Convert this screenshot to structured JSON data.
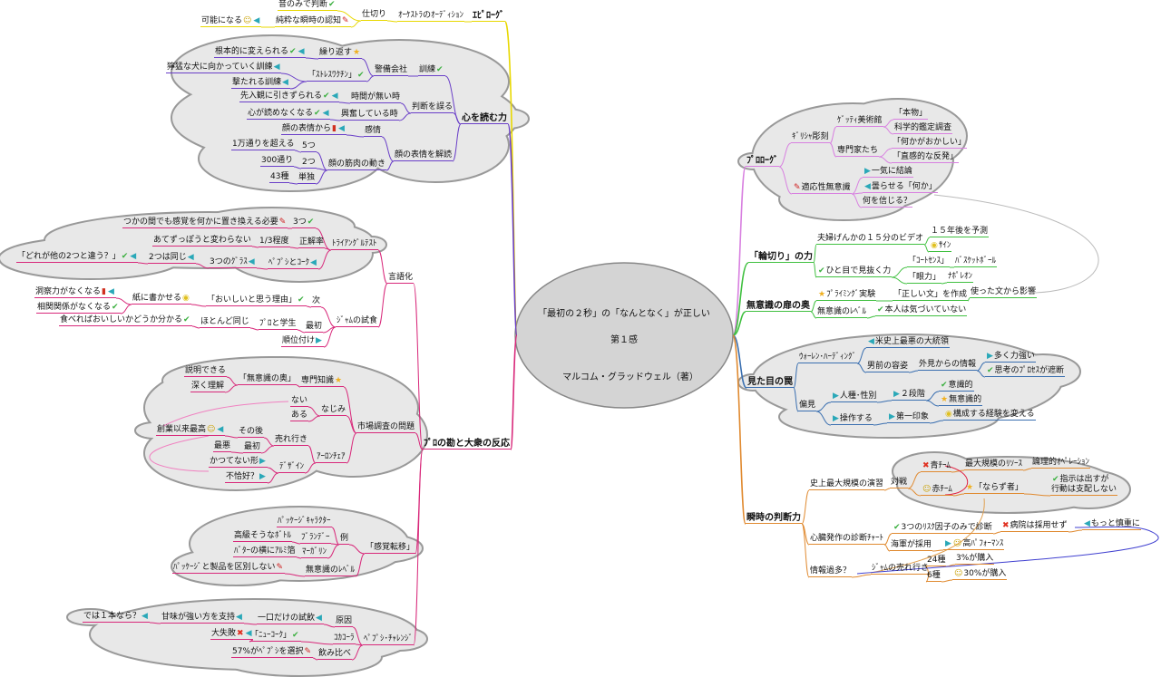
{
  "center": {
    "title": "「最初の２秒」の「なんとなく」が正しい",
    "subtitle": "第１感",
    "author": "マルコム・グラッドウェル（著）"
  },
  "colors": {
    "yellow": "#e8d800",
    "purple": "#6a3fc8",
    "magenta": "#d8287a",
    "violet": "#d880e0",
    "green": "#40c040",
    "blue": "#3a6fb0",
    "orange": "#e08a30",
    "cloud_fill": "#e8e8e8",
    "cloud_stroke": "#999999"
  },
  "left_branches": [
    {
      "label": "ｴﾋﾟﾛｰｸﾞ",
      "color": "#e8d800",
      "nodes": [
        {
          "text": "ｵｰｹｽﾄﾗのｵｰﾃﾞｨｼｮﾝ"
        },
        {
          "text": "仕切り"
        },
        {
          "text": "音のみで判断",
          "icons": [
            "check"
          ]
        },
        {
          "text": "純粋な瞬時の認知",
          "icons": [
            "pencil"
          ]
        },
        {
          "text": "可能になる",
          "icons": [
            "smiley",
            "arrow-left"
          ]
        }
      ]
    },
    {
      "label": "心を読む力",
      "color": "#6a3fc8",
      "nodes": [
        {
          "text": "訓練",
          "icons": [
            "check"
          ]
        },
        {
          "text": "警備会社"
        },
        {
          "text": "繰り返す",
          "icons": [
            "star"
          ]
        },
        {
          "text": "根本的に変えられる",
          "icons": [
            "check",
            "arrow-left"
          ]
        },
        {
          "text": "「ｽﾄﾚｽﾜｸﾁﾝ」",
          "icons": [
            "check"
          ]
        },
        {
          "text": "獰猛な犬に向かっていく訓練",
          "icons": [
            "arrow-left"
          ]
        },
        {
          "text": "撃たれる訓練",
          "icons": [
            "arrow-left"
          ]
        },
        {
          "text": "判断を誤る"
        },
        {
          "text": "時間が無い時"
        },
        {
          "text": "先入観に引きずられる",
          "icons": [
            "check",
            "arrow-left"
          ]
        },
        {
          "text": "興奮している時"
        },
        {
          "text": "心が読めなくなる",
          "icons": [
            "check",
            "arrow-left"
          ]
        },
        {
          "text": "顔の表情を解読"
        },
        {
          "text": "感情"
        },
        {
          "text": "顔の表情から",
          "icons": [
            "red-light",
            "arrow-left"
          ]
        },
        {
          "text": "顔の筋肉の動き"
        },
        {
          "text": "5つ"
        },
        {
          "text": "1万通りを超える"
        },
        {
          "text": "2つ"
        },
        {
          "text": "300通り"
        },
        {
          "text": "単独"
        },
        {
          "text": "43種"
        }
      ]
    },
    {
      "label": "ﾌﾟﾛの勘と大衆の反応",
      "color": "#d8287a",
      "nodes": [
        {
          "text": "言語化"
        },
        {
          "text": "ﾄﾗｲｱﾝｸﾞﾙﾃｽﾄ"
        },
        {
          "text": "3つ",
          "icons": [
            "check"
          ]
        },
        {
          "text": "つかの間でも感覚を何かに置き換える必要",
          "icons": [
            "pencil"
          ]
        },
        {
          "text": "正解率"
        },
        {
          "text": "1/3程度"
        },
        {
          "text": "あてずっぽうと変わらない"
        },
        {
          "text": "ﾍﾟﾌﾟｼとｺｰｸ",
          "icons": [
            "arrow-left"
          ]
        },
        {
          "text": "3つのｸﾞﾗｽ",
          "icons": [
            "arrow-left"
          ]
        },
        {
          "text": "2つは同じ",
          "icons": [
            "arrow-left"
          ]
        },
        {
          "text": "「どれが他の2つと違う？」",
          "icons": [
            "check",
            "arrow-left"
          ]
        },
        {
          "text": "ｼﾞｬﾑの試食"
        },
        {
          "text": "次"
        },
        {
          "text": "「おいしいと思う理由」",
          "icons": [
            "check"
          ]
        },
        {
          "text": "紙に書かせる",
          "icons": [
            "bulb"
          ]
        },
        {
          "text": "洞察力がなくなる",
          "icons": [
            "red-light",
            "arrow-left"
          ]
        },
        {
          "text": "相関関係がなくなる",
          "icons": [
            "check"
          ]
        },
        {
          "text": "最初"
        },
        {
          "text": "ﾌﾟﾛと学生"
        },
        {
          "text": "ほとんど同じ"
        },
        {
          "text": "食べればおいしいかどうか分かる",
          "icons": [
            "check"
          ]
        },
        {
          "text": "順位付け",
          "icons": [
            "arrow-right"
          ]
        },
        {
          "text": "市場調査の問題"
        },
        {
          "text": "専門知識",
          "icons": [
            "star"
          ]
        },
        {
          "text": "「無意識の奥」"
        },
        {
          "text": "説明できる"
        },
        {
          "text": "深く理解"
        },
        {
          "text": "なじみ"
        },
        {
          "text": "ない"
        },
        {
          "text": "ある"
        },
        {
          "text": "ｱｰﾛﾝﾁｪｱ"
        },
        {
          "text": "売れ行き"
        },
        {
          "text": "その後"
        },
        {
          "text": "創業以来最高",
          "icons": [
            "smiley",
            "arrow-left"
          ]
        },
        {
          "text": "最初"
        },
        {
          "text": "最悪"
        },
        {
          "text": "ﾃﾞｻﾞｲﾝ"
        },
        {
          "text": "かつてない形",
          "icons": [
            "arrow-right"
          ]
        },
        {
          "text": "不恰好？",
          "icons": [
            "arrow-right"
          ]
        },
        {
          "text": "「感覚転移」"
        },
        {
          "text": "例"
        },
        {
          "text": "ﾊﾟｯｹｰｼﾞｷｬﾗｸﾀｰ"
        },
        {
          "text": "ﾌﾞﾗﾝﾃﾞｰ"
        },
        {
          "text": "高級そうなﾎﾞﾄﾙ"
        },
        {
          "text": "ﾏｰｶﾞﾘﾝ"
        },
        {
          "text": "ﾊﾞﾀｰの横にｱﾙﾐ箔"
        },
        {
          "text": "無意識のﾚﾍﾞﾙ"
        },
        {
          "text": "ﾊﾟｯｹｰｼﾞと製品を区別しない",
          "icons": [
            "pencil"
          ]
        },
        {
          "text": "ﾍﾟﾌﾟｼ･ﾁｬﾚﾝｼﾞ"
        },
        {
          "text": "原因"
        },
        {
          "text": "一口だけの試飲",
          "icons": [
            "arrow-left"
          ]
        },
        {
          "text": "甘味が強い方を支持",
          "icons": [
            "arrow-left"
          ]
        },
        {
          "text": "では１本なら？",
          "icons": [
            "arrow-left"
          ]
        },
        {
          "text": "ｺｶｺｰﾗ"
        },
        {
          "text": "「ﾆｭｰｺｰｸ」",
          "icons": [
            "check"
          ]
        },
        {
          "text": "大失敗",
          "icons": [
            "cross",
            "arrow-left"
          ]
        },
        {
          "text": "飲み比べ"
        },
        {
          "text": "57%がﾍﾟﾌﾟｼを選択",
          "icons": [
            "pencil"
          ]
        }
      ]
    }
  ],
  "right_branches": [
    {
      "label": "ﾌﾟﾛﾛｰｸﾞ",
      "color": "#d880e0",
      "nodes": [
        {
          "text": "ｷﾞﾘｼｬ彫刻"
        },
        {
          "text": "ｹﾞｯﾃｨ美術館"
        },
        {
          "text": "「本物」"
        },
        {
          "text": "科学的鑑定調査"
        },
        {
          "text": "専門家たち"
        },
        {
          "text": "「何かがおかしい」"
        },
        {
          "text": "「直感的な反発」"
        },
        {
          "text": "適応性無意識",
          "lead_icons": [
            "pencil"
          ]
        },
        {
          "text": "一気に結論",
          "lead_icons": [
            "arrow-right"
          ]
        },
        {
          "text": "曇らせる「何か」",
          "lead_icons": [
            "arrow-left"
          ]
        },
        {
          "text": "何を信じる？"
        }
      ]
    },
    {
      "label": "「輪切り」の力",
      "color": "#40c040",
      "nodes": [
        {
          "text": "夫婦げんかの１５分のビデオ"
        },
        {
          "text": "１５年後を予測"
        },
        {
          "text": "ｻｲﾝ",
          "lead_icons": [
            "bulb"
          ]
        },
        {
          "text": "ひと目で見抜く力",
          "lead_icons": [
            "check"
          ]
        },
        {
          "text": "「ｺｰﾄｾﾝｽ」"
        },
        {
          "text": "ﾊﾞｽｹｯﾄﾎﾞｰﾙ"
        },
        {
          "text": "「眼力」"
        },
        {
          "text": "ﾅﾎﾟﾚｵﾝ"
        }
      ]
    },
    {
      "label": "無意識の扉の奥",
      "color": "#40c040",
      "nodes": [
        {
          "text": "ﾌﾟﾗｲﾐﾝｸﾞ実験",
          "lead_icons": [
            "star"
          ]
        },
        {
          "text": "「正しい文」を作成"
        },
        {
          "text": "使った文から影響"
        },
        {
          "text": "無意識のﾚﾍﾞﾙ"
        },
        {
          "text": "本人は気づいていない",
          "lead_icons": [
            "check"
          ]
        }
      ]
    },
    {
      "label": "見た目の罠",
      "color": "#3a6fb0",
      "nodes": [
        {
          "text": "ｳｫｰﾚﾝ･ﾊｰﾃﾞｨﾝｸﾞ"
        },
        {
          "text": "米史上最悪の大統領",
          "lead_icons": [
            "arrow-left"
          ]
        },
        {
          "text": "男前の容姿"
        },
        {
          "text": "外見からの情報"
        },
        {
          "text": "多く力強い",
          "lead_icons": [
            "arrow-right"
          ]
        },
        {
          "text": "思考のﾌﾟﾛｾｽが遮断",
          "lead_icons": [
            "check"
          ]
        },
        {
          "text": "偏見"
        },
        {
          "text": "人種･性別",
          "lead_icons": [
            "arrow-right"
          ]
        },
        {
          "text": "２段階",
          "lead_icons": [
            "arrow-right"
          ]
        },
        {
          "text": "意識的",
          "lead_icons": [
            "check"
          ]
        },
        {
          "text": "無意識的",
          "lead_icons": [
            "star"
          ]
        },
        {
          "text": "操作する",
          "lead_icons": [
            "arrow-right"
          ]
        },
        {
          "text": "第一印象",
          "lead_icons": [
            "arrow-right"
          ]
        },
        {
          "text": "構成する経験を変える",
          "lead_icons": [
            "bulb"
          ]
        }
      ]
    },
    {
      "label": "瞬時の判断力",
      "color": "#e08a30",
      "nodes": [
        {
          "text": "史上最大規模の演習"
        },
        {
          "text": "対戦"
        },
        {
          "text": "青ﾁｰﾑ",
          "lead_icons": [
            "cross"
          ]
        },
        {
          "text": "最大規模のﾘｿｰｽ"
        },
        {
          "text": "論理的ｵﾍﾟﾚｰｼｮﾝ"
        },
        {
          "text": "赤ﾁｰﾑ",
          "lead_icons": [
            "smiley"
          ]
        },
        {
          "text": "「ならず者」",
          "lead_icons": [
            "star"
          ]
        },
        {
          "text": "指示は出すが\n行動は支配しない",
          "lead_icons": [
            "check"
          ]
        },
        {
          "text": "心臓発作の診断ﾁｬｰﾄ"
        },
        {
          "text": "3つのﾘｽｸ因子のみで診断",
          "lead_icons": [
            "check"
          ]
        },
        {
          "text": "病院は採用せず",
          "lead_icons": [
            "cross"
          ]
        },
        {
          "text": "もっと慎重に",
          "lead_icons": [
            "arrow-left"
          ]
        },
        {
          "text": "海軍が採用"
        },
        {
          "text": "高ﾊﾟﾌｫｰﾏﾝｽ",
          "lead_icons": [
            "arrow-right",
            "smiley"
          ]
        },
        {
          "text": "情報過多？"
        },
        {
          "text": "ｼﾞｬﾑの売れ行き"
        },
        {
          "text": "24種"
        },
        {
          "text": "3%が購入"
        },
        {
          "text": "6種"
        },
        {
          "text": "30%が購入",
          "lead_icons": [
            "smiley"
          ]
        }
      ]
    }
  ]
}
